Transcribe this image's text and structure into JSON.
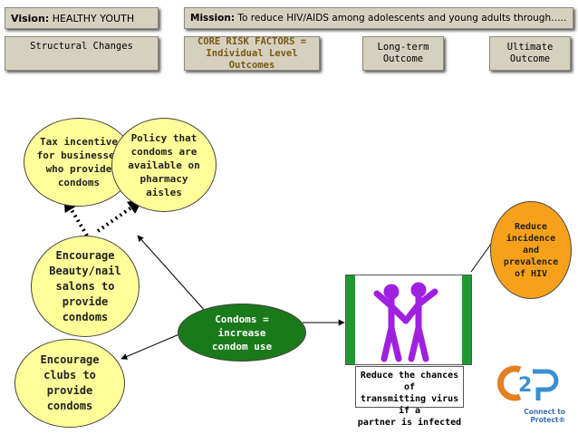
{
  "header": {
    "vision_label": "Vision:",
    "vision_text": "HEALTHY YOUTH",
    "mission_label": "Mission:",
    "mission_text": "To reduce HIV/AIDS among adolescents and young adults through…..",
    "bg_color": "#d6d0bf"
  },
  "categories": {
    "structural": "Structural Changes",
    "core_risk_line1": "CORE RISK FACTORS =",
    "core_risk_line2": "Individual Level Outcomes",
    "long_term": "Long-term\nOutcome",
    "ultimate": "Ultimate\nOutcome",
    "core_risk_color": "#7a5a10"
  },
  "nodes": {
    "tax": "Tax incentive\nfor businesses\nwho provide\ncondoms",
    "policy": "Policy that\ncondoms are\navailable on\npharmacy\naisles",
    "beauty": "Encourage\nBeauty/nail\nsalons to\nprovide\ncondoms",
    "clubs": "Encourage\nclubs to\nprovide\ncondoms",
    "condoms": "Condoms =\nincrease\ncondom use",
    "reduce_hiv": "Reduce\nincidence\nand\nprevalence\nof HIV",
    "reduce_chances": "Reduce the chances of\ntransmitting virus if a\npartner is infected"
  },
  "colors": {
    "yellow_node": "#ffff99",
    "green_node": "#1a7a1a",
    "orange_node": "#f7a11a",
    "figure_purple": "#a020e0",
    "image_green_bar": "#1f9a2f"
  },
  "logo": {
    "mark": "C2P",
    "tagline": "Connect to Protect®"
  }
}
